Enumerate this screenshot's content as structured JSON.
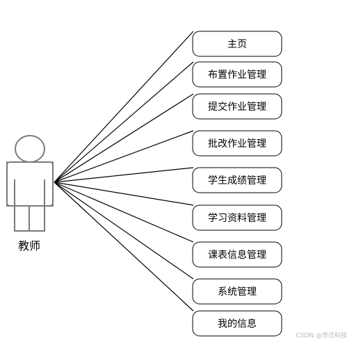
{
  "actor": {
    "name": "教师"
  },
  "use_cases": [
    {
      "label": "主页"
    },
    {
      "label": "布置作业管理"
    },
    {
      "label": "提交作业管理"
    },
    {
      "label": "批改作业管理"
    },
    {
      "label": "学生成绩管理"
    },
    {
      "label": "学习资料管理"
    },
    {
      "label": "课表信息管理"
    },
    {
      "label": "系统管理"
    },
    {
      "label": "我的信息"
    }
  ],
  "watermark": "CSDN @世迁科技",
  "colors": {
    "line": "#000000",
    "actor_stroke": "#7a7a7a",
    "actor_fill": "#ffffff",
    "box_stroke": "#000000",
    "box_fill": "#ffffff"
  }
}
